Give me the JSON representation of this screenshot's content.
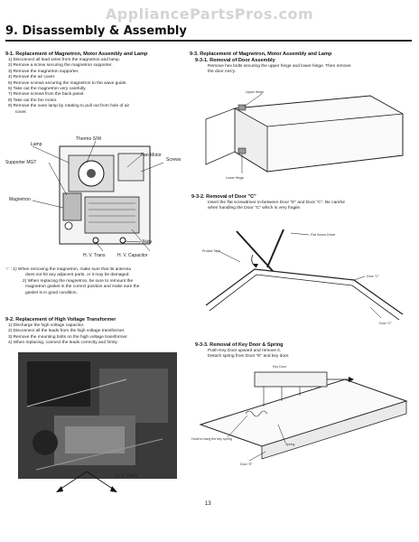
{
  "watermark": "AppliancePartsPros.com",
  "page_title": "9. Disassembly & Assembly",
  "left": {
    "s91": {
      "heading": "9-1. Replacement of Magnetron, Motor Assembly and Lamp",
      "steps": [
        "1) Disconnect all lead wires from the magnetron and lamp.",
        "2) Remove a screw securing the magnetron supporter.",
        "3) Remove the magnetron supporter.",
        "4) Remove the air cover.",
        "5) Remove screws securing the magnetron to the wave guide.",
        "6) Take out the magnetron very carefully.",
        "7) Remove screws from the back panel.",
        "8) Take out the fan motor.",
        "9) Remove the oven lamp by rotating to pull out from hole of air",
        "cover."
      ],
      "labels": {
        "lamp": "Lamp",
        "thermo": "Thermo S/W",
        "supporter": "Supporter MGT",
        "fan_motor": "Fan Motor",
        "screws": "Screws",
        "magnetron": "Magnetron",
        "nuts": "Nuts",
        "hv_trans": "H. V. Trans",
        "hv_cap": "H. V. Capacitor"
      },
      "note_mark": "☞",
      "notes": [
        ": 1) When removing the magnetron, make sure that its antenna",
        "does not hit any adjacent parts, or it may be damaged.",
        "2) When replacing the magnetron, be sure to remount the",
        "magnetron gasket in the correct position and make sure the",
        "gasket is in good condition."
      ]
    },
    "s92": {
      "heading": "9-2. Replacement of High Voltage Transformer",
      "steps": [
        "1) Discharge the high voltage capacitor.",
        "2) Disconnect all the leads from the high voltage transformer.",
        "3) Remove the mounting bolts on the high voltage transformer.",
        "4) When replacing, connect the leads correctly and firmly."
      ],
      "label": "H. V. Trans"
    }
  },
  "right": {
    "s93": {
      "heading": "9-3. Replacement of Magnetron, Motor Assembly and Lamp",
      "sub": "9-3-1. Removal of Door Assembly",
      "text": "Remove hex bolts securing the upper hinge and lower hinge. Then remove the door Ass'y.",
      "upper_hinge": "Upper Hinge",
      "lower_hinge": "Lower Hinge"
    },
    "s932": {
      "heading": "9-3-2. Removal of Door \"C\"",
      "text": "Insert the flat screwdriver in-between Door \"E\" and Door \"C\". Be careful when handling the Door \"C\" which is very fragile.",
      "flat_screw": "Flat Screw Driver",
      "protect_tape": "Protect Tape",
      "door_c1": "Door \"C\"",
      "door_c2": "Door \"C\""
    },
    "s933": {
      "heading": "9-3-3. Removal of Key Door & Spring",
      "lines": [
        "Push Key Door upward and remove it.",
        "Detach spring from Door \"E\" and key door."
      ],
      "key_door": "Key Door",
      "hook": "Hook to hang the key spring",
      "spring": "Spring",
      "door_e": "Door \"E\""
    }
  },
  "page_number": "13"
}
